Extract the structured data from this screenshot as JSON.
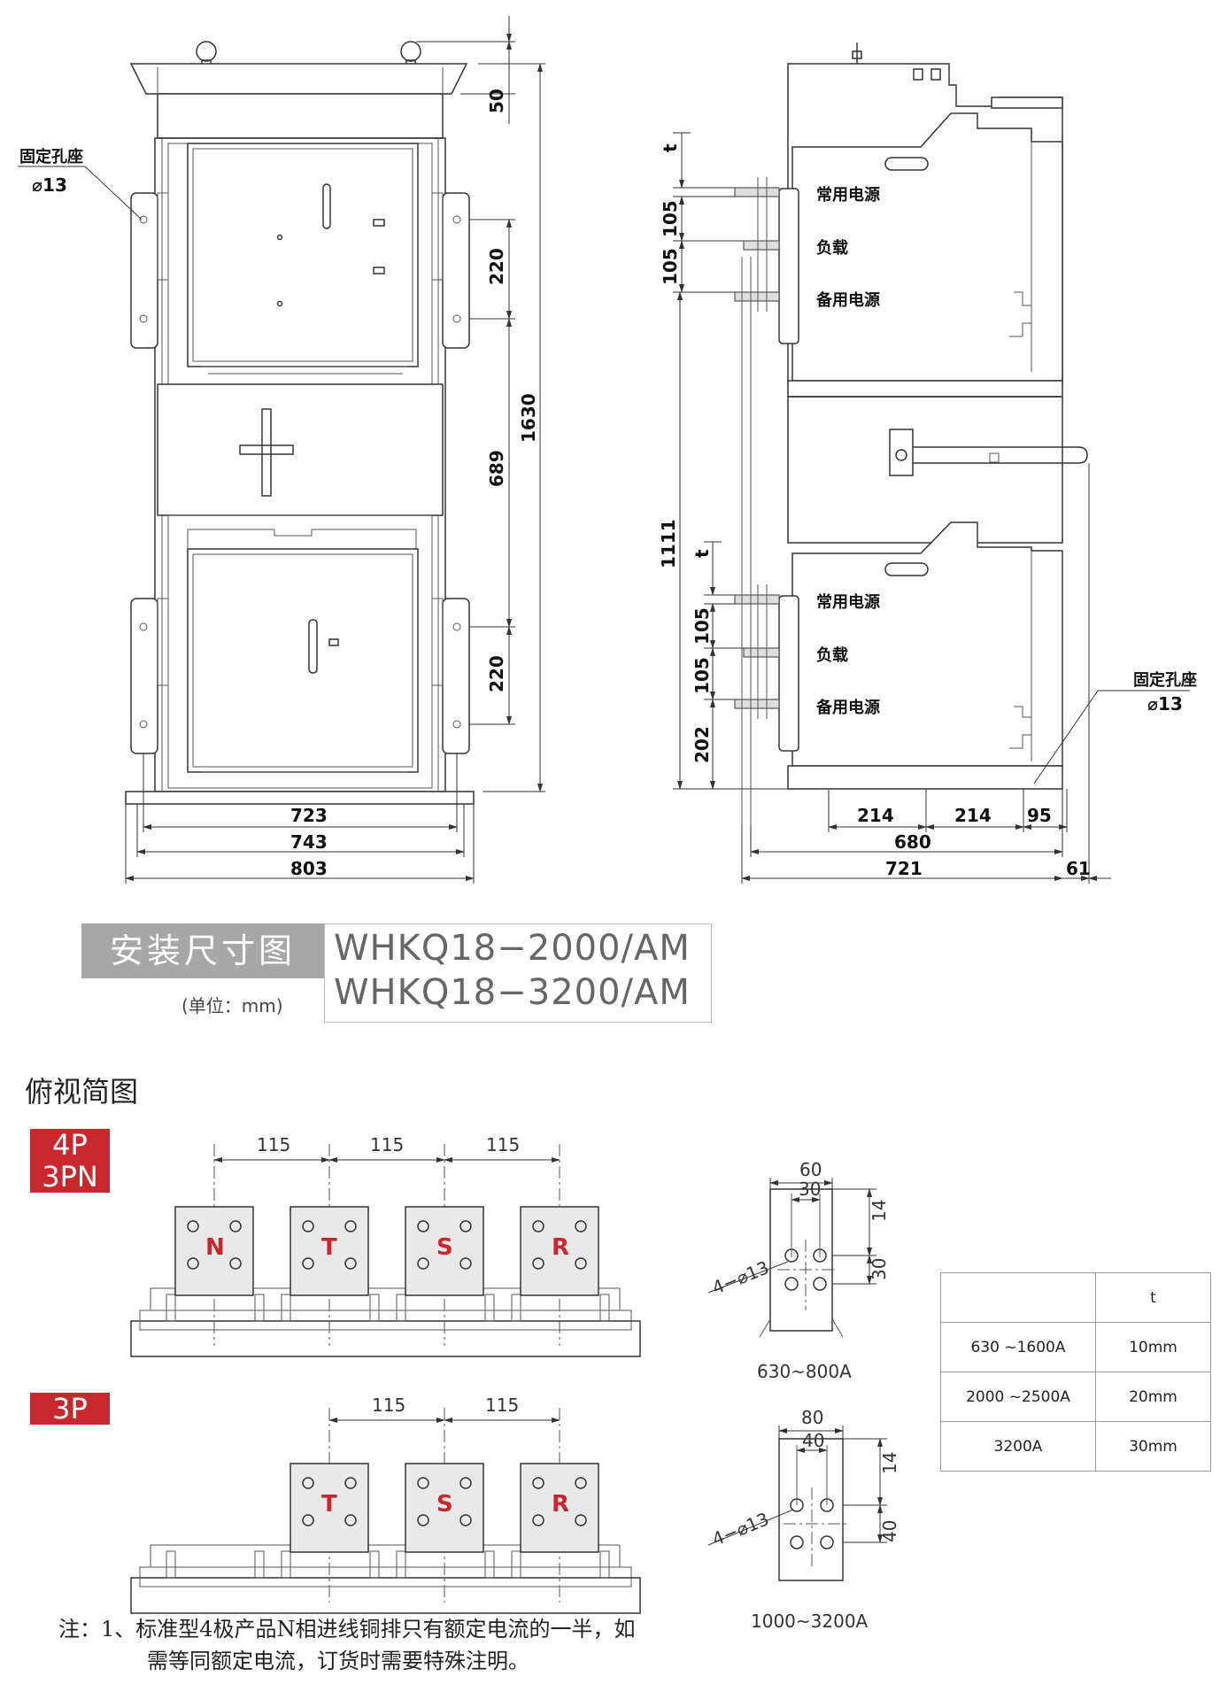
{
  "front_view": {
    "fix_hole_label": "固定孔座",
    "fix_hole_dia": "⌀13",
    "dims": {
      "top": "50",
      "upper_hole": "220",
      "middle": "689",
      "height": "1630",
      "lower_hole": "220",
      "w723": "723",
      "w743": "743",
      "w803": "803"
    }
  },
  "side_view": {
    "t": "t",
    "d105a": "105",
    "d105b": "105",
    "d1111": "1111",
    "d105c": "105",
    "d105d": "105",
    "d202": "202",
    "common_source": "常用电源",
    "load": "负载",
    "backup_source": "备用电源",
    "fix_hole_label": "固定孔座",
    "fix_hole_dia": "⌀13",
    "d214a": "214",
    "d214b": "214",
    "d95": "95",
    "d680": "680",
    "d721": "721",
    "d61": "61"
  },
  "title_block": {
    "title": "安装尺寸图",
    "unit": "(单位：mm)",
    "model1": "WHKQ18−2000/AM",
    "model2": "WHKQ18−3200/AM"
  },
  "top_view": {
    "heading": "俯视简图",
    "tag_4p": "4P",
    "tag_3pn": "3PN",
    "tag_3p": "3P",
    "spacing": "115",
    "phases_4p": [
      "N",
      "T",
      "S",
      "R"
    ],
    "phases_3p": [
      "T",
      "S",
      "R"
    ]
  },
  "terminal_a": {
    "w": "60",
    "half": "30",
    "top": "14",
    "pitch": "30",
    "holes": "4−⌀13",
    "range": "630~800A"
  },
  "terminal_b": {
    "w": "80",
    "half": "40",
    "top": "14",
    "pitch": "40",
    "holes": "4−⌀13",
    "range": "1000~3200A"
  },
  "table": {
    "header": [
      "",
      "t"
    ],
    "rows": [
      [
        "630 ~1600A",
        "10mm"
      ],
      [
        "2000 ~2500A",
        "20mm"
      ],
      [
        "3200A",
        "30mm"
      ]
    ]
  },
  "note": {
    "line1": "注：1、标准型4极产品N相进线铜排只有额定电流的一半，如",
    "line2": "需等同额定电流，订货时需要特殊注明。"
  }
}
